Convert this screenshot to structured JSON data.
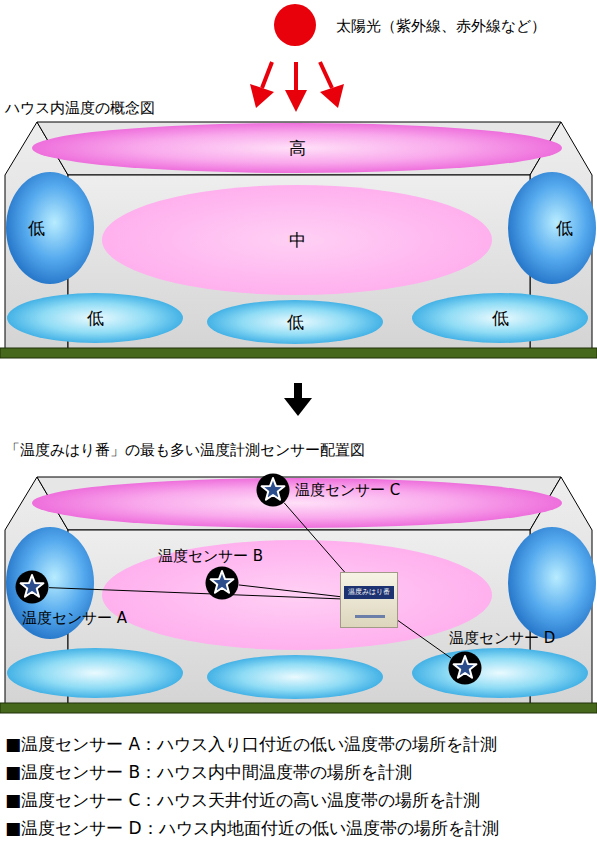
{
  "diagram": {
    "nodes": [
      {
        "text": [
          "高"
        ]
      },
      {
        "text": [
          "低"
        ]
      },
      {
        "text": [
          "中"
        ]
      },
      {
        "text": [
          "低"
        ]
      },
      {
        "text": [
          "低"
        ]
      },
      {
        "text": [
          "低"
        ]
      },
      {
        "text": [
          "低"
        ]
      },
      {
        "text": [
          "温度センサー C"
        ]
      },
      {
        "text": [
          "温度センサー B"
        ]
      },
      {
        "text": [
          "温度センサー A"
        ]
      },
      {
        "text": [
          "温度みはり番"
        ]
      },
      {
        "text": [
          "温度センサー D"
        ]
      }
    ],
    "edges": [
      {
        "from": 7,
        "to": 10,
        "arrow": "none"
      },
      {
        "from": 8,
        "to": 10,
        "arrow": "none"
      },
      {
        "from": 9,
        "to": 10,
        "arrow": "none"
      },
      {
        "from": 11,
        "to": 10,
        "arrow": "none"
      }
    ],
    "labels": [
      "太陽光（紫外線、赤外線など）",
      "ハウス内温度の概念図",
      "「温度みはり番」の最も多い温度計測センサー配置図",
      "■温度センサー A：ハウス入り口付近の低い温度帯の場所を計測",
      "■温度センサー B：ハウス内中間温度帯の場所を計測",
      "■温度センサー C：ハウス天井付近の高い温度帯の場所を計測",
      "■温度センサー D：ハウス内地面付近の低い温度帯の場所を計測"
    ]
  }
}
